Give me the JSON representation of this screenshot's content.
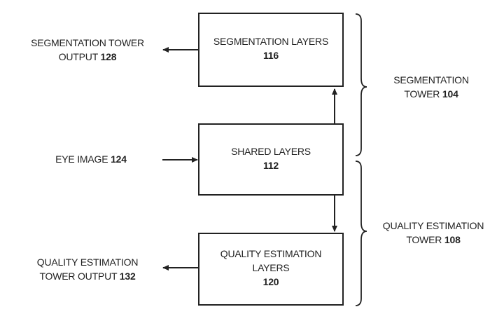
{
  "boxes": {
    "segmentation_layers": {
      "lines": [
        "SEGMENTATION LAYERS"
      ],
      "number": "116"
    },
    "shared_layers": {
      "lines": [
        "SHARED LAYERS"
      ],
      "number": "112"
    },
    "quality_layers": {
      "lines": [
        "QUALITY ESTIMATION",
        "LAYERS"
      ],
      "number": "120"
    }
  },
  "labels": {
    "seg_output": {
      "lines": [
        "SEGMENTATION TOWER",
        "OUTPUT"
      ],
      "number": "128"
    },
    "eye_image": {
      "text": "EYE IMAGE",
      "number": "124"
    },
    "quality_output": {
      "lines": [
        "QUALITY ESTIMATION",
        "TOWER OUTPUT"
      ],
      "number": "132"
    },
    "seg_tower": {
      "lines": [
        "SEGMENTATION",
        "TOWER"
      ],
      "number": "104"
    },
    "quality_tower": {
      "lines": [
        "QUALITY ESTIMATION",
        "TOWER"
      ],
      "number": "108"
    }
  }
}
